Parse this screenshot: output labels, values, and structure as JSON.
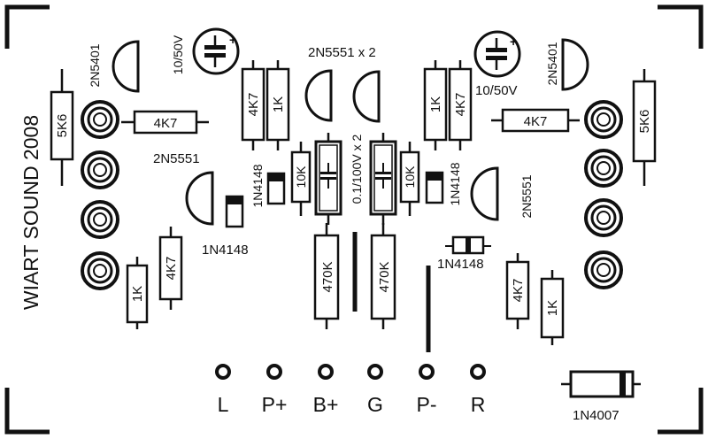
{
  "title": "WIART SOUND 2008",
  "labels": {
    "cap_left": "10/50V",
    "cap_right": "10/50V",
    "pnp_left": "2N5401",
    "pnp_right": "2N5401",
    "npn_pair": "2N5551 x 2",
    "npn_left": "2N5551",
    "npn_right": "2N5551",
    "film_caps": "0.1/100V x 2",
    "diode_bl_label": "1N4148",
    "diode_br_label": "1N4148",
    "diode_l_label": "1N4148",
    "diode_r_label": "1N4148",
    "diode_big_label": "1N4007"
  },
  "resistors": {
    "r5k6_l": "5K6",
    "r4k7_hl": "4K7",
    "r4k7_vl": "4K7",
    "r1k_vl": "1K",
    "r1k_vr": "1K",
    "r4k7_vr": "4K7",
    "r4k7_hr": "4K7",
    "r5k6_r": "5K6",
    "r10k_l": "10K",
    "r10k_r": "10K",
    "r470k_l": "470K",
    "r470k_r": "470K",
    "r1k_bl": "1K",
    "r4k7_bl": "4K7",
    "r4k7_br": "4K7",
    "r1k_br": "1K"
  },
  "terminals": [
    "L",
    "P+",
    "B+",
    "G",
    "P-",
    "R"
  ],
  "colors": {
    "ink": "#111111",
    "paper": "#ffffff",
    "shade": "#6e6e6e"
  }
}
